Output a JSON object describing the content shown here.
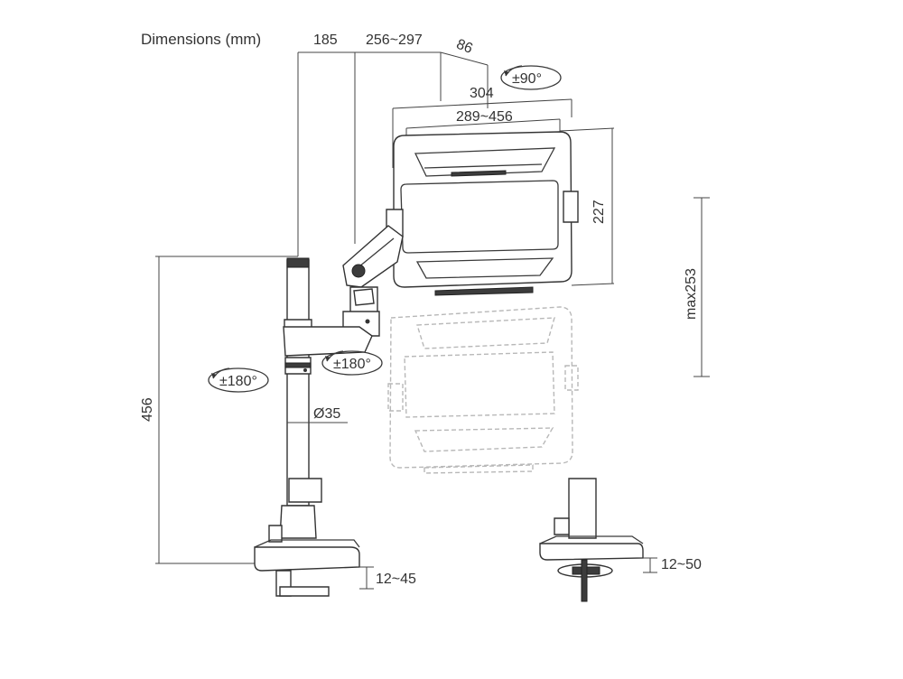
{
  "title": "Dimensions (mm)",
  "labels": {
    "arm_depth": "185",
    "arm_reach": "256~297",
    "tray_offset": "86",
    "tray_width_max": "304",
    "tray_width_range": "289~456",
    "tray_height": "227",
    "height_adjust": "max253",
    "pole_height": "456",
    "pole_diameter": "Ø35",
    "rotate_tilt": "±90°",
    "rotate_arm": "±180°",
    "rotate_base": "±180°",
    "clamp_range": "12~45",
    "grommet_range": "12~50"
  }
}
